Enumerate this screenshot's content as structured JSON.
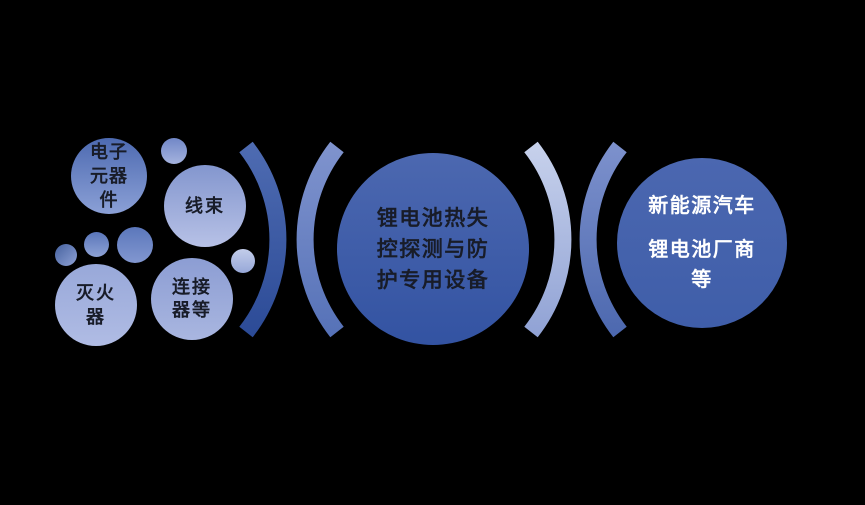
{
  "background_color": "#000000",
  "diagram": {
    "left_cluster": {
      "bubbles": [
        {
          "label_lines": [
            "电子",
            "元器",
            "件"
          ],
          "gradient": {
            "from": "#4d6ab1",
            "to": "#8ba0d6"
          }
        },
        {
          "label_lines": [
            "线束"
          ],
          "gradient": {
            "from": "#8396ce",
            "to": "#b7c1e6"
          }
        },
        {
          "label_lines": [
            "灭火",
            "器"
          ],
          "gradient": {
            "from": "#98a8d9",
            "to": "#b0bce4"
          }
        },
        {
          "label_lines": [
            "连接",
            "器等"
          ],
          "gradient": {
            "from": "#8c9dd3",
            "to": "#a9b6e0"
          }
        }
      ],
      "decor_dots": [
        {
          "gradient": {
            "from": "#7187c7",
            "to": "#a5b3de",
            "angle": "180deg"
          }
        },
        {
          "gradient": {
            "from": "#46629f",
            "to": "#8ea1d5",
            "angle": "135deg"
          }
        },
        {
          "gradient": {
            "from": "#5a76ba",
            "to": "#8ea2d5",
            "angle": "180deg"
          }
        },
        {
          "gradient": {
            "from": "#5b77bb",
            "to": "#8297d0",
            "angle": "180deg"
          }
        },
        {
          "gradient": {
            "from": "#c3cdea",
            "to": "#97a8d8",
            "angle": "180deg"
          }
        }
      ]
    },
    "center_bubble": {
      "label_lines": [
        "锂电池热失",
        "控探测与防",
        "护专用设备"
      ],
      "gradient": {
        "from": "#4c68b0",
        "to": "#3353a2"
      },
      "text_color": "#181c28"
    },
    "right_bubble": {
      "label_lines": [
        "新能源汽车",
        "锂电池厂商",
        "等"
      ],
      "gradient": {
        "from": "#4b67b0",
        "to": "#3f5ea9"
      },
      "text_color": "#ffffff"
    },
    "connector_arcs": [
      {
        "side": "left-pair-outer",
        "gradient": {
          "from": "#4f6cb2",
          "to": "#2b4a96"
        }
      },
      {
        "side": "left-pair-inner",
        "gradient": {
          "from": "#8094ce",
          "to": "#5571b7"
        }
      },
      {
        "side": "right-pair-outer",
        "gradient": {
          "from": "#c8d2ec",
          "to": "#8fa1d4"
        }
      },
      {
        "side": "right-pair-inner",
        "gradient": {
          "from": "#7e92cd",
          "to": "#4b67ae"
        }
      }
    ],
    "dark_text_color": "#181c28"
  }
}
